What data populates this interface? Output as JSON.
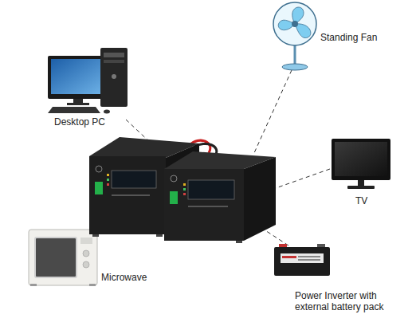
{
  "diagram": {
    "nodes": [
      {
        "text": [
          "Standing Fan"
        ]
      },
      {
        "text": [
          "Desktop PC"
        ]
      },
      {
        "text": [
          "TV"
        ]
      },
      {
        "text": [
          "Microwave"
        ]
      },
      {
        "text": [
          "Power Inverter with external battery pack"
        ]
      }
    ]
  }
}
